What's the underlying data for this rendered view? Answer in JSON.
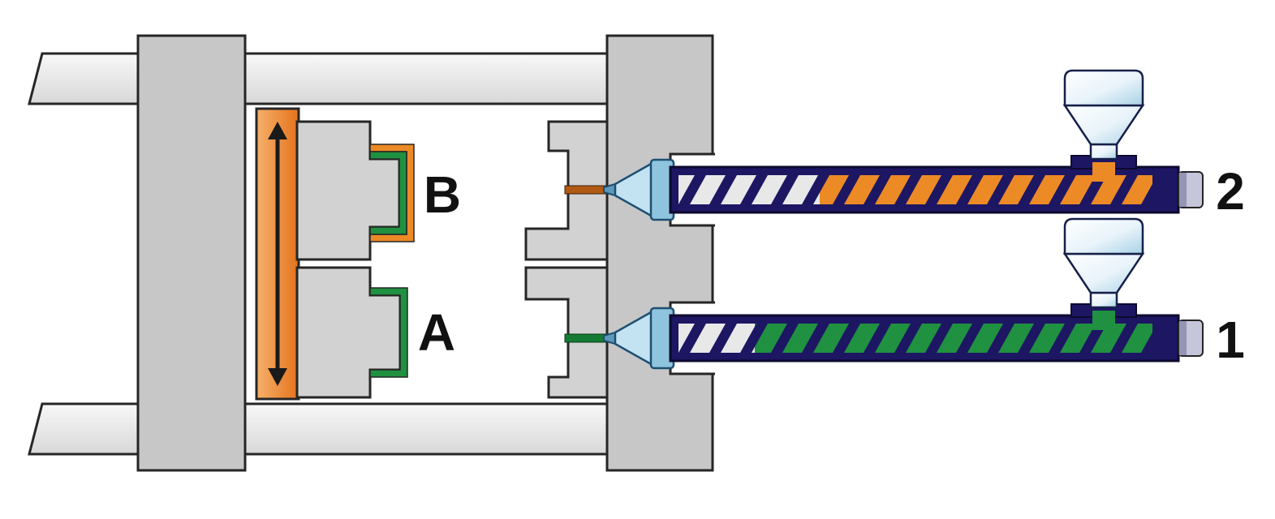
{
  "diagram": {
    "labels": {
      "component_b": "B",
      "component_a": "A",
      "injection_unit_2": "2",
      "injection_unit_1": "1"
    },
    "colors": {
      "orange": "#ec8a26",
      "orange_dark": "#b05a14",
      "green": "#1f9140",
      "green_dark": "#157a33",
      "navy": "#1d1663",
      "light_blue": "#c3e2f2",
      "machine_gray": "#c7c7c7",
      "mold_gray": "#d2d2d2"
    }
  }
}
